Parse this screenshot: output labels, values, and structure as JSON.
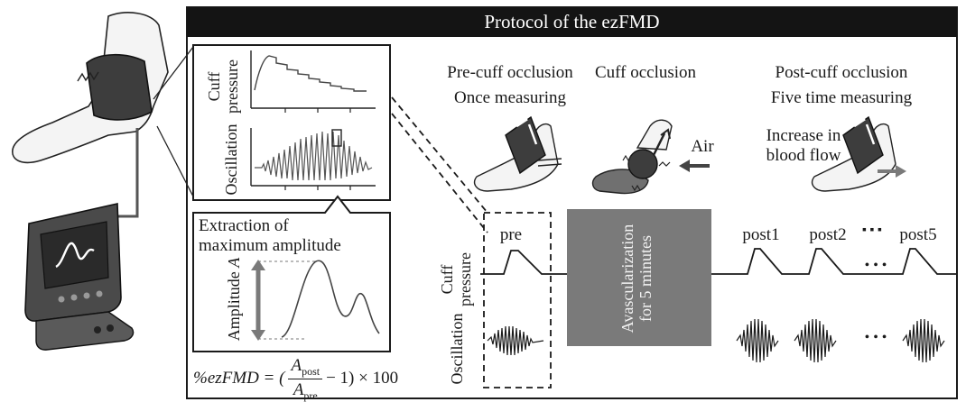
{
  "title": "Protocol of the ezFMD",
  "phases": {
    "pre": [
      "Pre-cuff occlusion",
      "Once measuring"
    ],
    "occlusion": "Cuff occlusion",
    "post": [
      "Post-cuff occlusion",
      "Five time measuring"
    ]
  },
  "annotations": {
    "air": "Air",
    "flow": [
      "Increase in",
      "blood flow"
    ],
    "extraction": [
      "Extraction of",
      "maximum amplitude"
    ],
    "amplitude_label": "Amplitude",
    "amplitude_symbol": "A",
    "avascularization": [
      "Avascularization",
      "for 5 minutes"
    ]
  },
  "axis_labels": {
    "cuff_pressure": [
      "Cuff",
      "pressure"
    ],
    "oscillation": "Oscillation"
  },
  "measurements": {
    "pre": "pre",
    "post1": "post1",
    "post2": "post2",
    "dots": "▪ ▪ ▪",
    "post5": "post5",
    "osc_dots": "• • •"
  },
  "formula": {
    "lhs": "%ezFMD = (",
    "numerator": "A",
    "num_sub": "post",
    "denominator": "A",
    "den_sub": "pre",
    "rhs": " − 1) × 100"
  },
  "colors": {
    "title_bar": "#141414",
    "occlusion_box": "#7a7a7a",
    "arrow": "#7a7a7a",
    "cuff": "#404040"
  }
}
